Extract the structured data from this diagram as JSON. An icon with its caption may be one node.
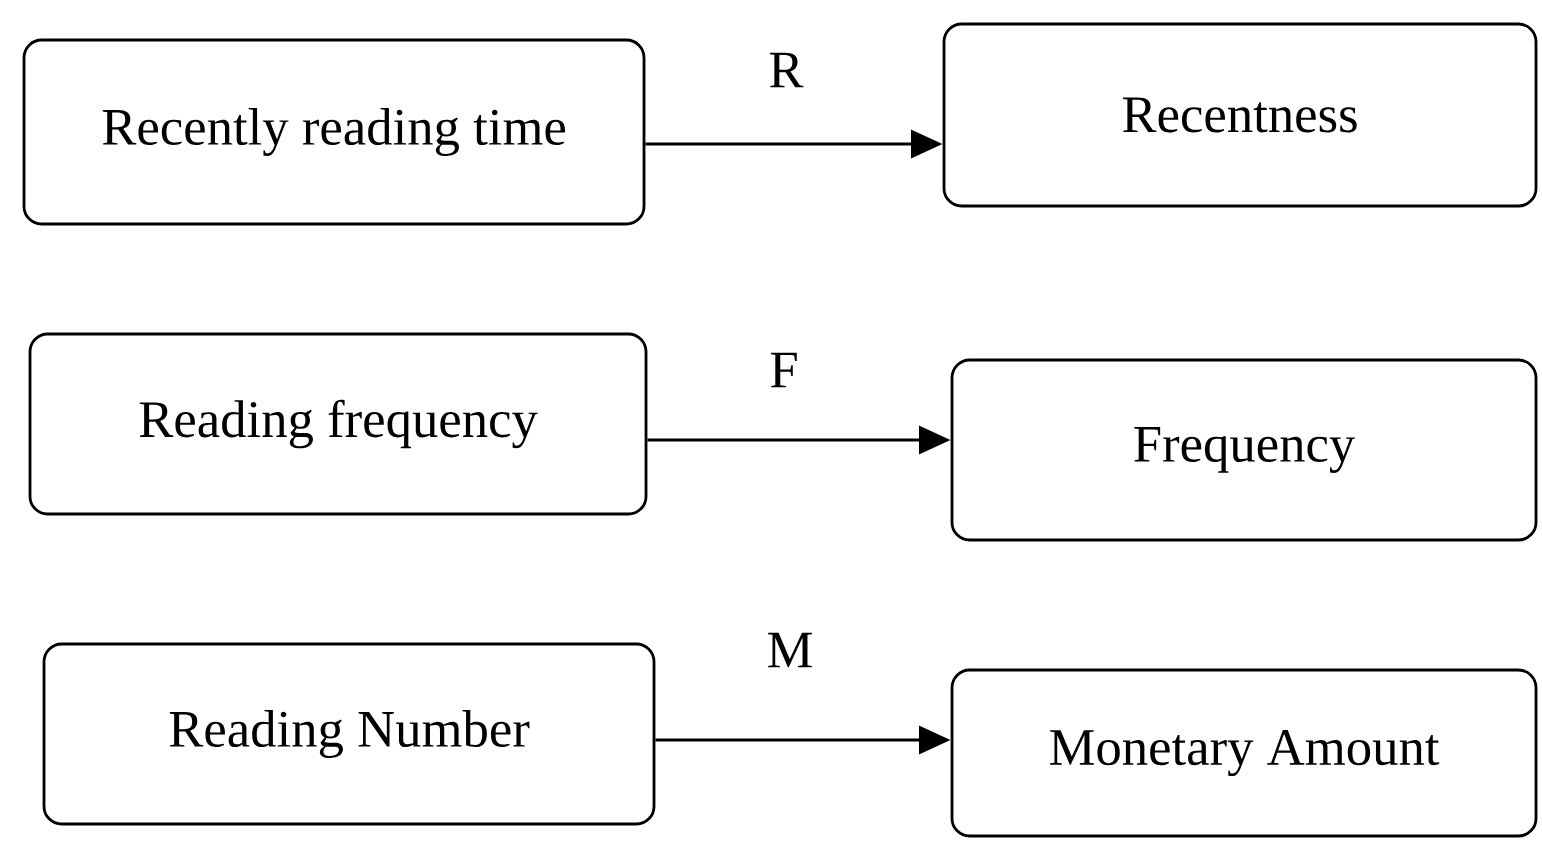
{
  "diagram": {
    "nodes": [
      {
        "text": [
          "Recently reading time"
        ]
      },
      {
        "text": [
          "Recentness"
        ]
      },
      {
        "text": [
          "Reading frequency"
        ]
      },
      {
        "text": [
          "Frequency"
        ]
      },
      {
        "text": [
          "Reading Number"
        ]
      },
      {
        "text": [
          "Monetary Amount"
        ]
      }
    ],
    "edges": [
      {
        "from": 0,
        "to": 1,
        "arrow": "to",
        "label": "R"
      },
      {
        "from": 2,
        "to": 3,
        "arrow": "to",
        "label": "F"
      },
      {
        "from": 4,
        "to": 5,
        "arrow": "to",
        "label": "M"
      }
    ]
  }
}
